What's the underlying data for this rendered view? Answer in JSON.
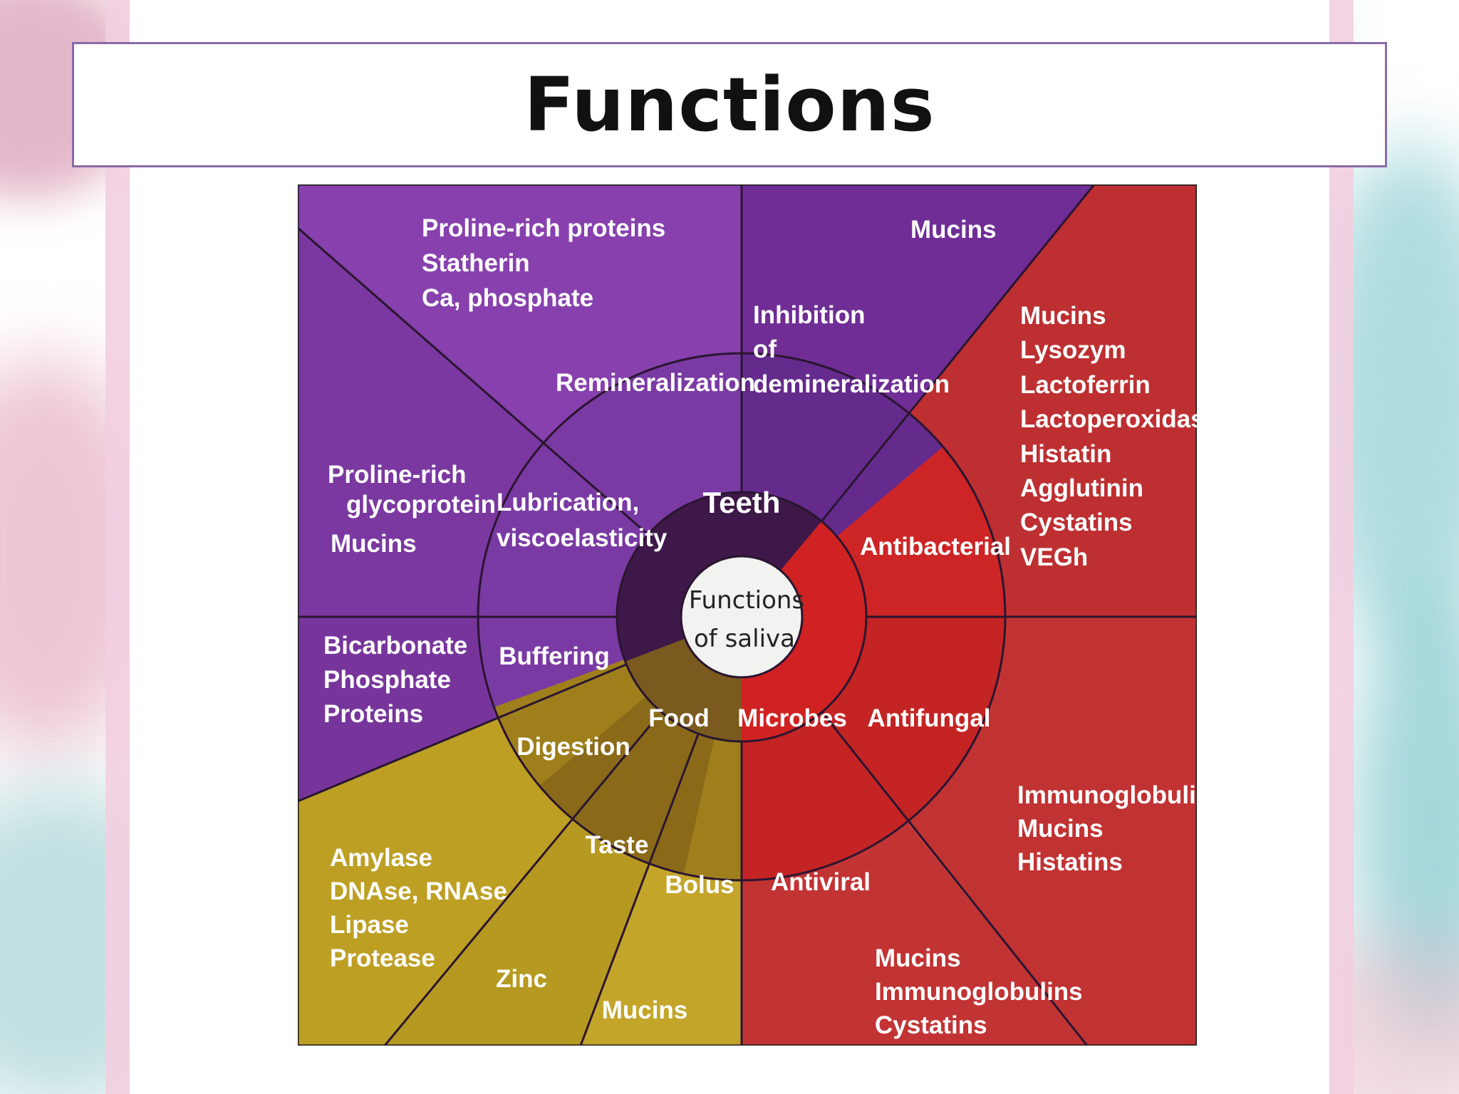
{
  "slide": {
    "title": "Functions"
  },
  "diagram": {
    "center": {
      "line1": "Functions",
      "line2": "of saliva"
    },
    "hubs": {
      "teeth": "Teeth",
      "food": "Food",
      "microbes": "Microbes"
    },
    "functions": {
      "remineralization": "Remineralization",
      "inhibition_line1": "Inhibition",
      "inhibition_line2": "of",
      "inhibition_line3": "demineralization",
      "lubrication_line1": "Lubrication,",
      "lubrication_line2": "viscoelasticity",
      "buffering": "Buffering",
      "digestion": "Digestion",
      "taste": "Taste",
      "bolus": "Bolus",
      "antibacterial": "Antibacterial",
      "antifungal": "Antifungal",
      "antiviral": "Antiviral"
    },
    "components": {
      "remineralization": [
        "Proline-rich proteins",
        "Statherin",
        "Ca, phosphate"
      ],
      "inhibition": [
        "Mucins"
      ],
      "lubrication": [
        "Proline-rich",
        "glycoprotein",
        "Mucins"
      ],
      "buffering": [
        "Bicarbonate",
        "Phosphate",
        "Proteins"
      ],
      "digestion": [
        "Amylase",
        "DNAse, RNAse",
        "Lipase",
        "Protease"
      ],
      "taste": [
        "Zinc"
      ],
      "bolus": [
        "Mucins"
      ],
      "antibacterial": [
        "Mucins",
        "Lysozym",
        "Lactoferrin",
        "Lactoperoxidase",
        "Histatin",
        "Agglutinin",
        "Cystatins",
        "VEGh"
      ],
      "antifungal": [
        "Immunoglobulins",
        "Mucins",
        "Histatins"
      ],
      "antiviral": [
        "Mucins",
        "Immunoglobulins",
        "Cystatins"
      ]
    }
  },
  "colors": {
    "purple": "#7a3aa3",
    "purple_mid": "#65298e",
    "purple_dark": "#3c1747",
    "red": "#bf2f30",
    "red_mid": "#cd2222",
    "gold": "#b79a20",
    "gold_mid": "#a6861c",
    "gold_dark": "#7a5a1e"
  }
}
